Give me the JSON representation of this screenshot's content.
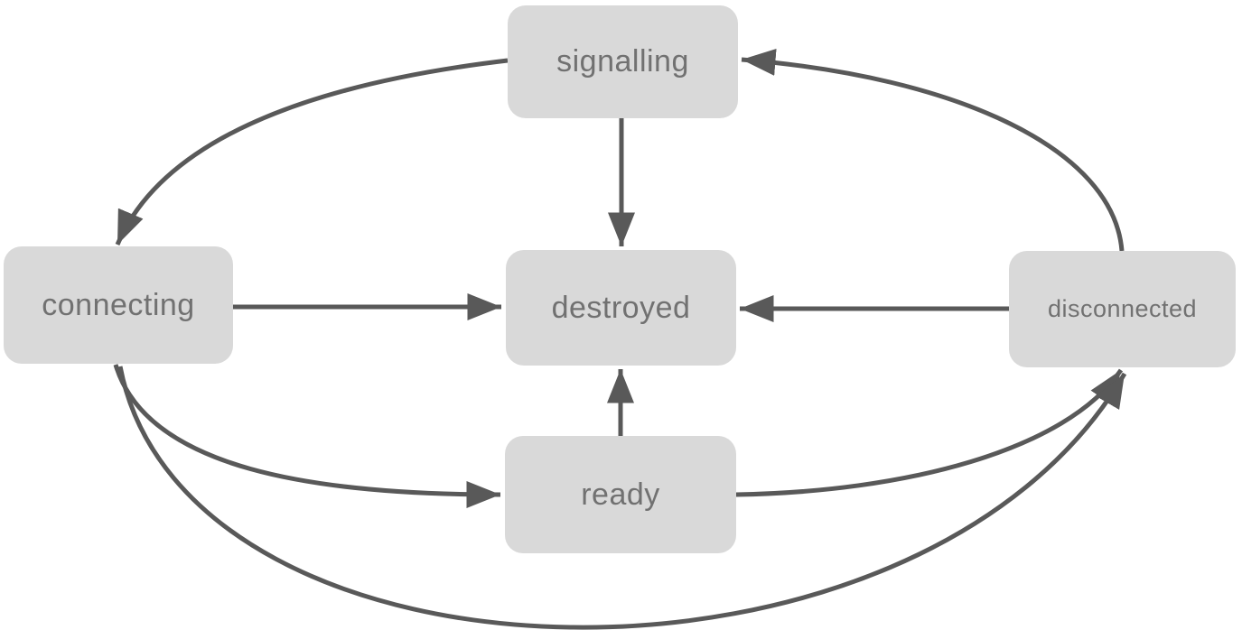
{
  "diagram": {
    "type": "state-machine",
    "background_color": "#ffffff",
    "node_fill_color": "#d9d9d9",
    "node_text_color": "#717171",
    "arrow_color": "#595959",
    "nodes": [
      {
        "id": "signalling",
        "label": "signalling"
      },
      {
        "id": "connecting",
        "label": "connecting"
      },
      {
        "id": "destroyed",
        "label": "destroyed"
      },
      {
        "id": "disconnected",
        "label": "disconnected"
      },
      {
        "id": "ready",
        "label": "ready"
      }
    ],
    "edges": [
      {
        "from": "signalling",
        "to": "destroyed",
        "style": "straight"
      },
      {
        "from": "connecting",
        "to": "destroyed",
        "style": "straight"
      },
      {
        "from": "disconnected",
        "to": "destroyed",
        "style": "straight"
      },
      {
        "from": "ready",
        "to": "destroyed",
        "style": "straight"
      },
      {
        "from": "signalling",
        "to": "connecting",
        "style": "curved"
      },
      {
        "from": "disconnected",
        "to": "signalling",
        "style": "curved"
      },
      {
        "from": "connecting",
        "to": "ready",
        "style": "curved"
      },
      {
        "from": "ready",
        "to": "disconnected",
        "style": "curved"
      },
      {
        "from": "connecting",
        "to": "disconnected",
        "style": "curved"
      }
    ]
  }
}
